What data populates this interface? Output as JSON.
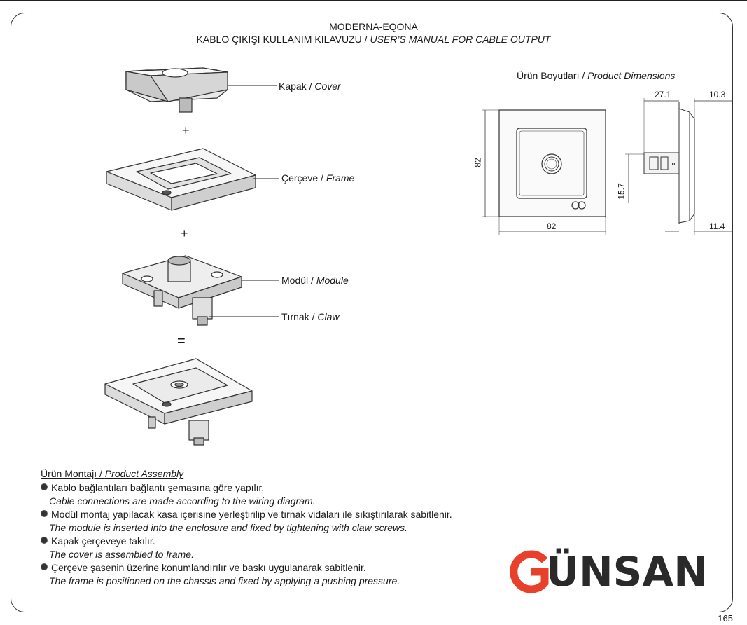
{
  "header": {
    "title_line1": "MODERNA-EQONA",
    "title_line2_tr": "KABLO ÇIKIŞI KULLANIM KILAVUZU / ",
    "title_line2_en": "USER’S MANUAL FOR  CABLE OUTPUT"
  },
  "parts": {
    "cover_tr": "Kapak / ",
    "cover_en": "Cover",
    "frame_tr": "Çerçeve / ",
    "frame_en": "Frame",
    "module_tr": "Modül / ",
    "module_en": "Module",
    "claw_tr": "Tırnak / ",
    "claw_en": "Claw",
    "plus1": "+",
    "plus2": "+",
    "equals": "="
  },
  "dimensions": {
    "title_tr": "Ürün Boyutları / ",
    "title_en": "Product Dimensions",
    "height": "82",
    "width": "82",
    "depth1": "27.1",
    "depth2": "10.3",
    "depth3": "11.4",
    "offset": "15.7"
  },
  "assembly": {
    "heading_tr": "Ürün Montajı / ",
    "heading_en": "Product Assembly",
    "steps": [
      {
        "tr": "Kablo bağlantıları bağlantı şemasına göre yapılır.",
        "en": "Cable connections are made according to the wiring diagram."
      },
      {
        "tr": "Modül montaj yapılacak kasa içerisine yerleştirilip ve tırnak vidaları ile sıkıştırılarak sabitlenir.",
        "en": "The module is inserted into the enclosure and fixed by tightening with claw screws."
      },
      {
        "tr": "Kapak çerçeveye takılır.",
        "en": "The cover is assembled to frame."
      },
      {
        "tr": "Çerçeve şasenin üzerine konumlandırılır ve baskı uygulanarak sabitlenir.",
        "en": "The frame is positioned on the chassis and fixed by applying a pushing pressure."
      }
    ]
  },
  "brand": {
    "name": "ÜNSAN",
    "accent": "#e8402a",
    "dark": "#2a2a2a"
  },
  "page_number": "165"
}
